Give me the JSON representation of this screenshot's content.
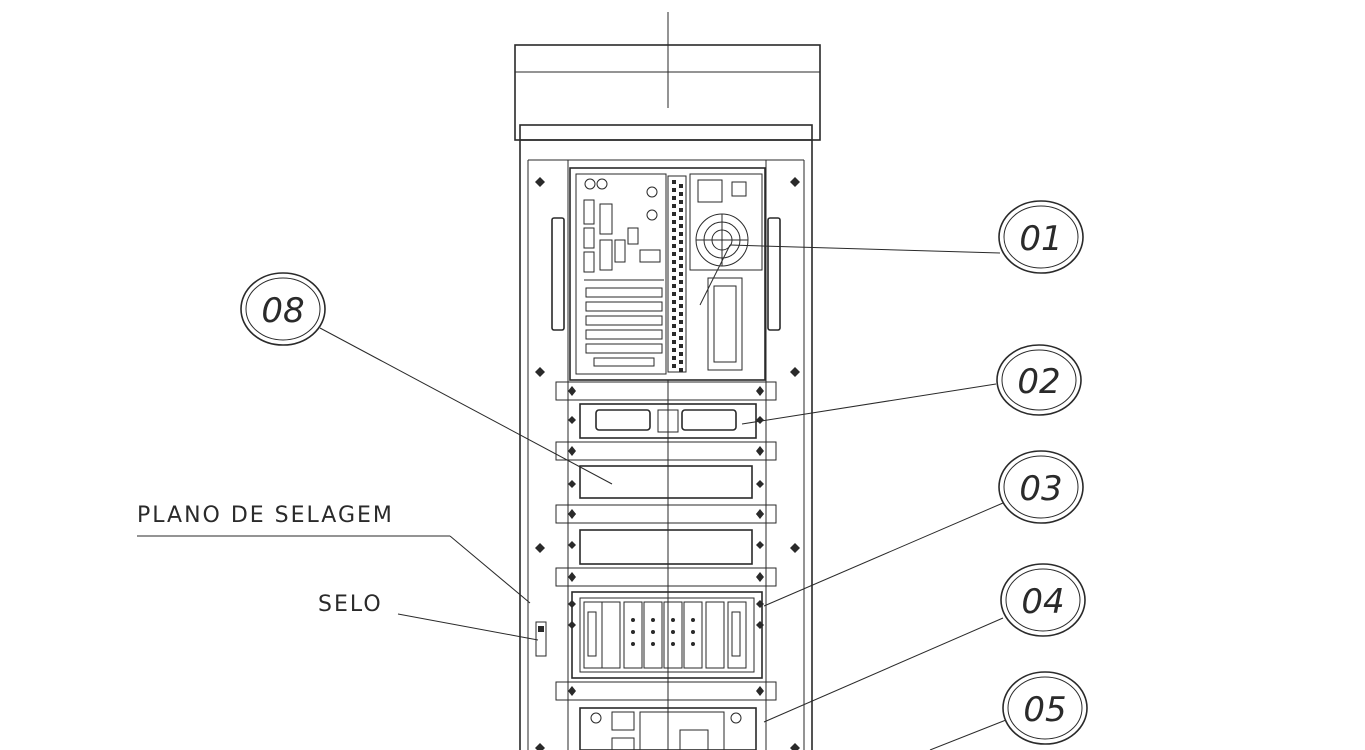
{
  "labels": {
    "sealing_plane": "PLANO DE SELAGEM",
    "seal": "SELO"
  },
  "callouts": [
    "01",
    "02",
    "03",
    "04",
    "05",
    "08"
  ],
  "colors": {
    "ink": "#2a2a2a",
    "paper": "#ffffff"
  }
}
